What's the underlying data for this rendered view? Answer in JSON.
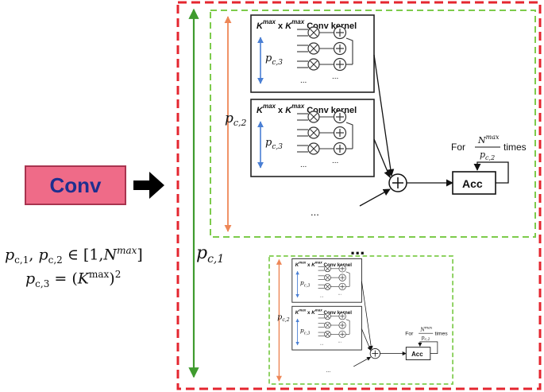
{
  "colors": {
    "outer_border": "#e4262f",
    "inner_border": "#7dcb4b",
    "green_arrow": "#3f9b2e",
    "orange_arrow": "#ee8757",
    "blue_arrow": "#4a7fd4",
    "conv_fill": "#ef6b88",
    "conv_text": "#1f2f8f"
  },
  "conv_label": "Conv",
  "formula": {
    "line1_a": "p",
    "line1_a_sub": "c,1",
    "line1_sep": ", ",
    "line1_b": "p",
    "line1_b_sub": "c,2",
    "line1_rest": " ∈ [1,",
    "line1_n": "N",
    "line1_n_sup": "max",
    "line1_close": "]",
    "line2_p": "p",
    "line2_p_sub": "c,3",
    "line2_eq": " = (",
    "line2_k": "K",
    "line2_k_sup": "max",
    "line2_close": ")",
    "line2_pow": "2"
  },
  "outer_label": "p",
  "outer_label_sub": "c,1",
  "group_label": "p",
  "group_label_sub": "c,2",
  "kernel": {
    "k": "K",
    "sup": "max",
    "x": "x",
    "title": "Conv kernel",
    "side_label": "p",
    "side_label_sub": "c,3",
    "dots": "..."
  },
  "acc_label": "Acc",
  "for_label": "For",
  "times_label": "times",
  "frac_num": "N",
  "frac_num_sup": "max",
  "frac_den": "p",
  "frac_den_sub": "c,2",
  "ellipsis": "...",
  "big_ellipsis": "...",
  "icons": [
    "right-arrow-icon",
    "multiply-circle-icon",
    "plus-circle-icon",
    "sum-node-icon"
  ]
}
